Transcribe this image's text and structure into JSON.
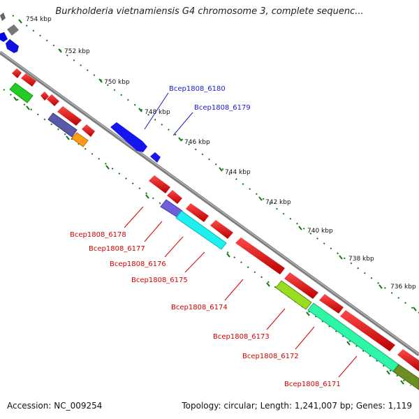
{
  "map": {
    "title": "Burkholderia vietnamiensis G4 chromosome 3, complete sequenc...",
    "accession_label": "Accession: NC_009254",
    "summary_label": "Topology: circular; Length: 1,241,007 bp; Genes: 1,119",
    "tick_labels": [
      "754 kbp",
      "752 kbp",
      "750 kbp",
      "748 kbp",
      "746 kbp",
      "744 kbp",
      "742 kbp",
      "740 kbp",
      "738 kbp",
      "736 kbp"
    ],
    "blue_gene_labels": [
      "Bcep1808_6180",
      "Bcep1808_6179"
    ],
    "red_gene_labels": [
      "Bcep1808_6178",
      "Bcep1808_6177",
      "Bcep1808_6176",
      "Bcep1808_6175",
      "Bcep1808_6174",
      "Bcep1808_6173",
      "Bcep1808_6172",
      "Bcep1808_6171"
    ],
    "colors": {
      "forward_strand": "#0000ee",
      "reverse_strand": "#ee0000",
      "backbone": "#888888",
      "tick": "#117711"
    }
  }
}
